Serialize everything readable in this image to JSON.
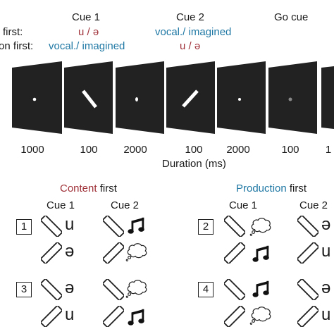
{
  "header": {
    "cue1": "Cue 1",
    "cue2": "Cue 2",
    "go_cue": "Go cue",
    "row1_label": "first:",
    "row2_label": "on first:",
    "row1_cue1": "u / ə",
    "row1_cue2": "vocal./ imagined",
    "row2_cue1": "vocal./ imagined",
    "row2_cue2": "u / ə"
  },
  "timeline": {
    "durations": [
      "1000",
      "100",
      "2000",
      "100",
      "2000",
      "100",
      "1"
    ],
    "axis_label": "Duration (ms)"
  },
  "content_panel": {
    "title_colored": "Content",
    "title_rest": " first",
    "cue1": "Cue 1",
    "cue2": "Cue 2",
    "box1": "1",
    "box3": "3",
    "letter_u": "u",
    "letter_schwa": "ə"
  },
  "production_panel": {
    "title_colored": "Production",
    "title_rest": " first",
    "cue1": "Cue 1",
    "cue2": "Cue 2",
    "box2": "2",
    "box4": "4",
    "letter_schwa": "ə",
    "letter_u": "u"
  },
  "colors": {
    "content": "#a0323a",
    "production": "#1f78a4",
    "screen": "#222222"
  },
  "icons": [
    "bar-left-icon",
    "bar-right-icon",
    "music-note-icon",
    "thought-bubble-icon"
  ]
}
